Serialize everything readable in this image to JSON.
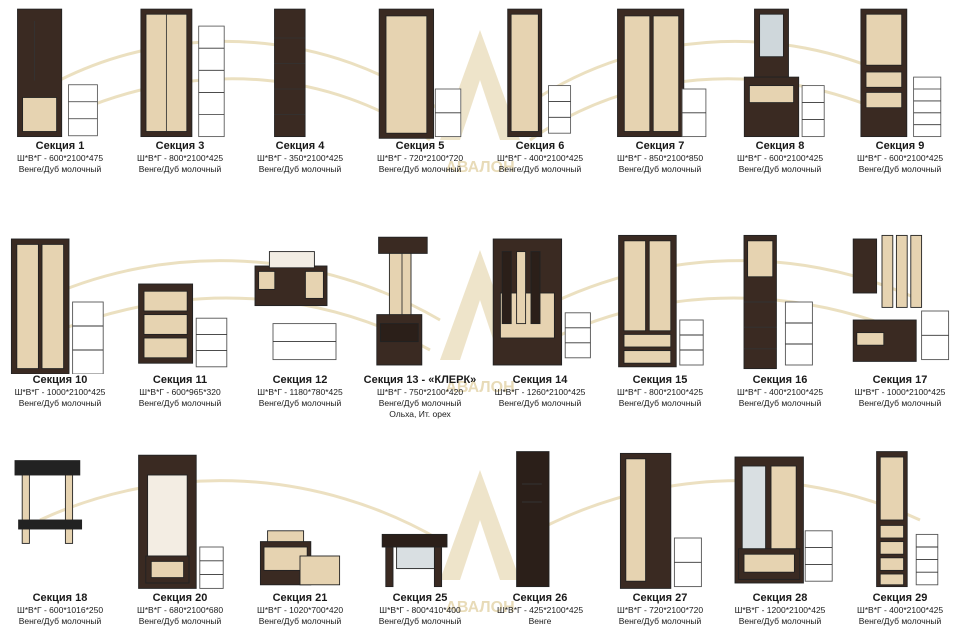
{
  "brand": {
    "watermark_text": "АВАЛОН",
    "gold": "#d8c48a",
    "wenge": "#3a2a22",
    "oak": "#e6d3b1"
  },
  "rows": [
    [
      {
        "name": "Секция 1",
        "dims": "Ш*В*Г - 600*2100*475",
        "finish": "Венге/Дуб молочный",
        "icon": "hallway-hanger-cabinet-icon"
      },
      {
        "name": "Секция 3",
        "dims": "Ш*В*Г - 800*2100*425",
        "finish": "Венге/Дуб молочный",
        "icon": "two-door-wardrobe-icon"
      },
      {
        "name": "Секция 4",
        "dims": "Ш*В*Г - 350*2100*425",
        "finish": "Венге/Дуб молочный",
        "icon": "corner-open-shelf-icon"
      },
      {
        "name": "Секция 5",
        "dims": "Ш*В*Г - 720*2100*720",
        "finish": "Венге/Дуб молочный",
        "icon": "corner-wardrobe-icon"
      },
      {
        "name": "Секция 6",
        "dims": "Ш*В*Г - 400*2100*425",
        "finish": "Венге/Дуб молочный",
        "icon": "narrow-wardrobe-icon"
      },
      {
        "name": "Секция 7",
        "dims": "Ш*В*Г - 850*2100*850",
        "finish": "Венге/Дуб молочный",
        "icon": "corner-two-door-wardrobe-icon"
      },
      {
        "name": "Секция 8",
        "dims": "Ш*В*Г - 600*2100*425",
        "finish": "Венге/Дуб молочный",
        "icon": "mirror-dresser-icon"
      },
      {
        "name": "Секция 9",
        "dims": "Ш*В*Г - 600*2100*425",
        "finish": "Венге/Дуб молочный",
        "icon": "drawer-cabinet-icon"
      }
    ],
    [
      {
        "name": "Секция 10",
        "dims": "Ш*В*Г - 1000*2100*425",
        "finish": "Венге/Дуб молочный",
        "icon": "wide-wardrobe-icon"
      },
      {
        "name": "Секция 11",
        "dims": "Ш*В*Г - 600*965*320",
        "finish": "Венге/Дуб молочный",
        "icon": "chest-of-drawers-icon"
      },
      {
        "name": "Секция 12",
        "dims": "Ш*В*Г - 1180*780*425",
        "finish": "Венге/Дуб молочный",
        "icon": "shoe-bench-icon"
      },
      {
        "name": "Секция 13 - «КЛЕРК»",
        "dims": "Ш*В*Г - 750*2100*420",
        "finish": "Венге/Дуб молочный",
        "finish2": "Ольха, Ит. орех",
        "icon": "clerk-hallway-icon"
      },
      {
        "name": "Секция 14",
        "dims": "Ш*В*Г - 1260*2100*425",
        "finish": "Венге/Дуб молочный",
        "icon": "hallway-set-icon"
      },
      {
        "name": "Секция 15",
        "dims": "Ш*В*Г - 800*2100*425",
        "finish": "Венге/Дуб молочный",
        "icon": "wardrobe-with-drawers-icon"
      },
      {
        "name": "Секция 16",
        "dims": "Ш*В*Г - 400*2100*425",
        "finish": "Венге/Дуб молочный",
        "icon": "shelf-tower-icon"
      },
      {
        "name": "Секция 17",
        "dims": "Ш*В*Г - 1000*2100*425",
        "finish": "Венге/Дуб молочный",
        "icon": "hanger-panel-bench-icon"
      }
    ],
    [
      {
        "name": "Секция 18",
        "dims": "Ш*В*Г - 600*1016*250",
        "finish": "Венге/Дуб молочный",
        "icon": "wall-hanger-icon"
      },
      {
        "name": "Секция 20",
        "dims": "Ш*В*Г - 680*2100*680",
        "finish": "Венге/Дуб молочный",
        "icon": "corner-hanger-icon"
      },
      {
        "name": "Секция 21",
        "dims": "Ш*В*Г - 1020*700*420",
        "finish": "Венге/Дуб молочный",
        "icon": "low-corner-bench-icon"
      },
      {
        "name": "Секция 25",
        "dims": "Ш*В*Г - 800*410*400",
        "finish": "Венге/Дуб молочный",
        "icon": "small-table-icon"
      },
      {
        "name": "Секция 26",
        "dims": "Ш*В*Г - 425*2100*425",
        "finish": "Венге",
        "icon": "coat-panel-icon"
      },
      {
        "name": "Секция 27",
        "dims": "Ш*В*Г - 720*2100*720",
        "finish": "Венге/Дуб молочный",
        "icon": "corner-single-wardrobe-icon"
      },
      {
        "name": "Секция 28",
        "dims": "Ш*В*Г - 1200*2100*425",
        "finish": "Венге/Дуб молочный",
        "icon": "hallway-mirror-set-icon"
      },
      {
        "name": "Секция 29",
        "dims": "Ш*В*Г - 400*2100*425",
        "finish": "Венге/Дуб молочный",
        "icon": "narrow-drawer-tower-icon"
      }
    ]
  ]
}
